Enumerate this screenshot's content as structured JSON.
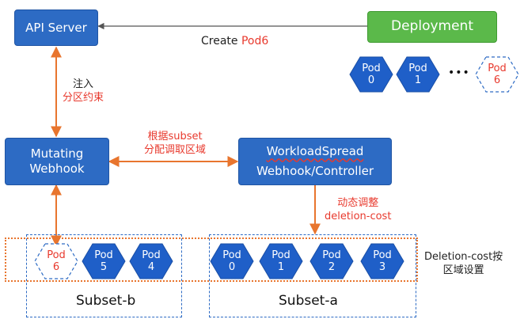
{
  "api_server": {
    "label": "API Server"
  },
  "deployment": {
    "label": "Deployment"
  },
  "create_pod": {
    "prefix": "Create ",
    "pod": "Pod6"
  },
  "deployment_pods": [
    {
      "line1": "Pod",
      "line2": "0"
    },
    {
      "line1": "Pod",
      "line2": "1"
    },
    {
      "line1": "Pod",
      "line2": "6"
    }
  ],
  "ellipsis": "•••",
  "inject": {
    "line1": "注入",
    "line2": "分区约束"
  },
  "mutating": {
    "line1": "Mutating",
    "line2": "Webhook"
  },
  "allocate": {
    "line1": "根据subset",
    "line2": "分配调取区域"
  },
  "workloadspread": {
    "line1": "WorkloadSpread",
    "line2": "Webhook/Controller"
  },
  "adjust": {
    "line1": "动态调整",
    "line2": "deletion-cost"
  },
  "subset_b": {
    "label": "Subset-b",
    "pods": [
      {
        "line1": "Pod",
        "line2": "6"
      },
      {
        "line1": "Pod",
        "line2": "5"
      },
      {
        "line1": "Pod",
        "line2": "4"
      }
    ]
  },
  "subset_a": {
    "label": "Subset-a",
    "pods": [
      {
        "line1": "Pod",
        "line2": "0"
      },
      {
        "line1": "Pod",
        "line2": "1"
      },
      {
        "line1": "Pod",
        "line2": "2"
      },
      {
        "line1": "Pod",
        "line2": "3"
      }
    ]
  },
  "deletion_cost_note": {
    "line1": "Deletion-cost按",
    "line2": "区域设置"
  },
  "colors": {
    "primary_blue": "#2d6bc4",
    "green": "#5bb94a",
    "arrow_orange": "#e8752e",
    "accent_red": "#e8392d"
  }
}
